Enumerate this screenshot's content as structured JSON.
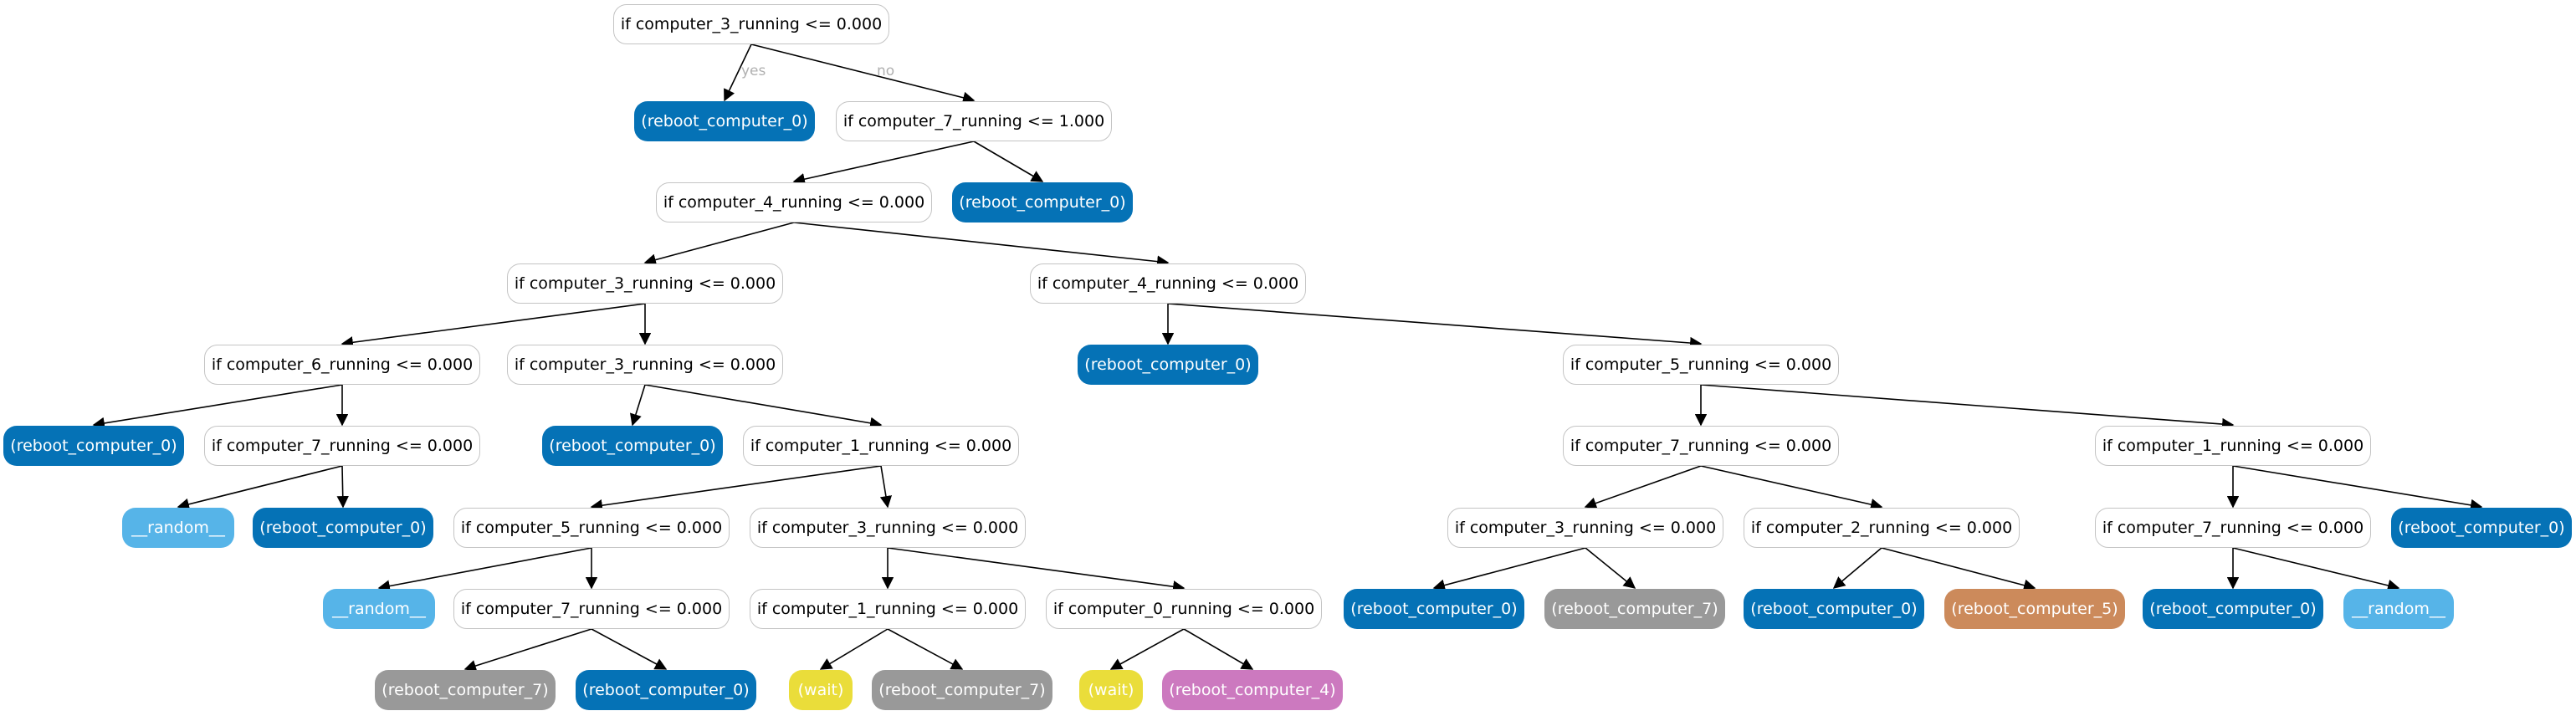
{
  "colors": {
    "reboot_computer_0": "#0572b6",
    "random": "#56b4e8",
    "reboot_computer_7": "#999999",
    "reboot_computer_5": "#cc8a5b",
    "reboot_computer_4": "#cc79bf",
    "wait": "#eadd3a"
  },
  "edge_labels": {
    "yes": "yes",
    "no": "no"
  },
  "nodes": {
    "n1": {
      "text": "if computer_3_running <= 0.000",
      "kind": "decision"
    },
    "n2": {
      "text": "(reboot_computer_0)",
      "kind": "reboot_computer_0"
    },
    "n3": {
      "text": "if computer_7_running <= 1.000",
      "kind": "decision"
    },
    "n4": {
      "text": "if computer_4_running <= 0.000",
      "kind": "decision"
    },
    "n5": {
      "text": "(reboot_computer_0)",
      "kind": "reboot_computer_0"
    },
    "n6": {
      "text": "if computer_3_running <= 0.000",
      "kind": "decision"
    },
    "n7": {
      "text": "if computer_4_running <= 0.000",
      "kind": "decision"
    },
    "n8": {
      "text": "if computer_6_running <= 0.000",
      "kind": "decision"
    },
    "n9": {
      "text": "if computer_3_running <= 0.000",
      "kind": "decision"
    },
    "n10": {
      "text": "(reboot_computer_0)",
      "kind": "reboot_computer_0"
    },
    "n11": {
      "text": "if computer_5_running <= 0.000",
      "kind": "decision"
    },
    "n12": {
      "text": "(reboot_computer_0)",
      "kind": "reboot_computer_0"
    },
    "n13": {
      "text": "if computer_7_running <= 0.000",
      "kind": "decision"
    },
    "n14": {
      "text": "(reboot_computer_0)",
      "kind": "reboot_computer_0"
    },
    "n15": {
      "text": "if computer_1_running <= 0.000",
      "kind": "decision"
    },
    "n16": {
      "text": "if computer_7_running <= 0.000",
      "kind": "decision"
    },
    "n17": {
      "text": "if computer_1_running <= 0.000",
      "kind": "decision"
    },
    "n18": {
      "text": "__random__",
      "kind": "random"
    },
    "n19": {
      "text": "(reboot_computer_0)",
      "kind": "reboot_computer_0"
    },
    "n20": {
      "text": "if computer_5_running <= 0.000",
      "kind": "decision"
    },
    "n21": {
      "text": "if computer_3_running <= 0.000",
      "kind": "decision"
    },
    "n22": {
      "text": "if computer_3_running <= 0.000",
      "kind": "decision"
    },
    "n23": {
      "text": "if computer_2_running <= 0.000",
      "kind": "decision"
    },
    "n24": {
      "text": "if computer_7_running <= 0.000",
      "kind": "decision"
    },
    "n25": {
      "text": "(reboot_computer_0)",
      "kind": "reboot_computer_0"
    },
    "n26": {
      "text": "__random__",
      "kind": "random"
    },
    "n27": {
      "text": "if computer_7_running <= 0.000",
      "kind": "decision"
    },
    "n28": {
      "text": "if computer_1_running <= 0.000",
      "kind": "decision"
    },
    "n29": {
      "text": "if computer_0_running <= 0.000",
      "kind": "decision"
    },
    "n30": {
      "text": "(reboot_computer_0)",
      "kind": "reboot_computer_0"
    },
    "n31": {
      "text": "(reboot_computer_7)",
      "kind": "reboot_computer_7"
    },
    "n32": {
      "text": "(reboot_computer_0)",
      "kind": "reboot_computer_0"
    },
    "n33": {
      "text": "(reboot_computer_5)",
      "kind": "reboot_computer_5"
    },
    "n34": {
      "text": "(reboot_computer_0)",
      "kind": "reboot_computer_0"
    },
    "n35": {
      "text": "__random__",
      "kind": "random"
    },
    "n36": {
      "text": "(reboot_computer_7)",
      "kind": "reboot_computer_7"
    },
    "n37": {
      "text": "(reboot_computer_0)",
      "kind": "reboot_computer_0"
    },
    "n38": {
      "text": "(wait)",
      "kind": "wait"
    },
    "n39": {
      "text": "(reboot_computer_7)",
      "kind": "reboot_computer_7"
    },
    "n40": {
      "text": "(wait)",
      "kind": "wait"
    },
    "n41": {
      "text": "(reboot_computer_4)",
      "kind": "reboot_computer_4"
    }
  },
  "edges": [
    [
      "n1",
      "n2",
      "yes"
    ],
    [
      "n1",
      "n3",
      "no"
    ],
    [
      "n3",
      "n4",
      ""
    ],
    [
      "n3",
      "n5",
      ""
    ],
    [
      "n4",
      "n6",
      ""
    ],
    [
      "n4",
      "n7",
      ""
    ],
    [
      "n6",
      "n8",
      ""
    ],
    [
      "n6",
      "n9",
      ""
    ],
    [
      "n7",
      "n10",
      ""
    ],
    [
      "n7",
      "n11",
      ""
    ],
    [
      "n8",
      "n12",
      ""
    ],
    [
      "n8",
      "n13",
      ""
    ],
    [
      "n9",
      "n14",
      ""
    ],
    [
      "n9",
      "n15",
      ""
    ],
    [
      "n11",
      "n16",
      ""
    ],
    [
      "n11",
      "n17",
      ""
    ],
    [
      "n13",
      "n18",
      ""
    ],
    [
      "n13",
      "n19",
      ""
    ],
    [
      "n15",
      "n20",
      ""
    ],
    [
      "n15",
      "n21",
      ""
    ],
    [
      "n16",
      "n22",
      ""
    ],
    [
      "n16",
      "n23",
      ""
    ],
    [
      "n17",
      "n24",
      ""
    ],
    [
      "n17",
      "n25",
      ""
    ],
    [
      "n20",
      "n26",
      ""
    ],
    [
      "n20",
      "n27",
      ""
    ],
    [
      "n21",
      "n28",
      ""
    ],
    [
      "n21",
      "n29",
      ""
    ],
    [
      "n22",
      "n30",
      ""
    ],
    [
      "n22",
      "n31",
      ""
    ],
    [
      "n23",
      "n32",
      ""
    ],
    [
      "n23",
      "n33",
      ""
    ],
    [
      "n24",
      "n34",
      ""
    ],
    [
      "n24",
      "n35",
      ""
    ],
    [
      "n27",
      "n36",
      ""
    ],
    [
      "n27",
      "n37",
      ""
    ],
    [
      "n28",
      "n38",
      ""
    ],
    [
      "n28",
      "n39",
      ""
    ],
    [
      "n29",
      "n40",
      ""
    ],
    [
      "n29",
      "n41",
      ""
    ]
  ]
}
